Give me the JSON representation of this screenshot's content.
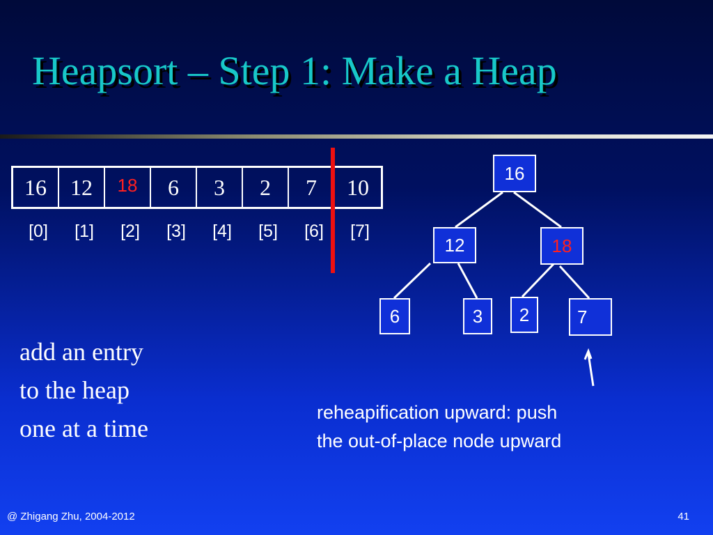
{
  "slide": {
    "title": "Heapsort – Step 1: Make a Heap",
    "description_lines": [
      "add an entry",
      "to the heap",
      "one at a time"
    ],
    "note_lines": [
      "reheapification upward: push",
      "the out-of-place node upward"
    ],
    "footer": "@ Zhigang Zhu, 2004-2012",
    "page_number": "41"
  },
  "array": {
    "values": [
      "16",
      "12",
      "18",
      "6",
      "3",
      "2",
      "7",
      "10"
    ],
    "indices": [
      "[0]",
      "[1]",
      "[2]",
      "[3]",
      "[4]",
      "[5]",
      "[6]",
      "[7]"
    ],
    "highlighted_index": 2,
    "highlight_color": "#ff2020"
  },
  "tree": {
    "nodes": [
      {
        "id": "n0",
        "label": "16",
        "highlight": false
      },
      {
        "id": "n1",
        "label": "12",
        "highlight": false
      },
      {
        "id": "n2",
        "label": "18",
        "highlight": true
      },
      {
        "id": "n3",
        "label": "6",
        "highlight": false
      },
      {
        "id": "n4",
        "label": "3",
        "highlight": false
      },
      {
        "id": "n5",
        "label": "2",
        "highlight": false
      },
      {
        "id": "n6",
        "label": "7",
        "highlight": false
      }
    ],
    "edges": [
      [
        "n0",
        "n1"
      ],
      [
        "n0",
        "n2"
      ],
      [
        "n1",
        "n3"
      ],
      [
        "n1",
        "n4"
      ],
      [
        "n2",
        "n5"
      ],
      [
        "n2",
        "n6"
      ]
    ]
  },
  "colors": {
    "title": "#18c8c8",
    "divider": "#ee1010",
    "text": "#ffffff"
  }
}
